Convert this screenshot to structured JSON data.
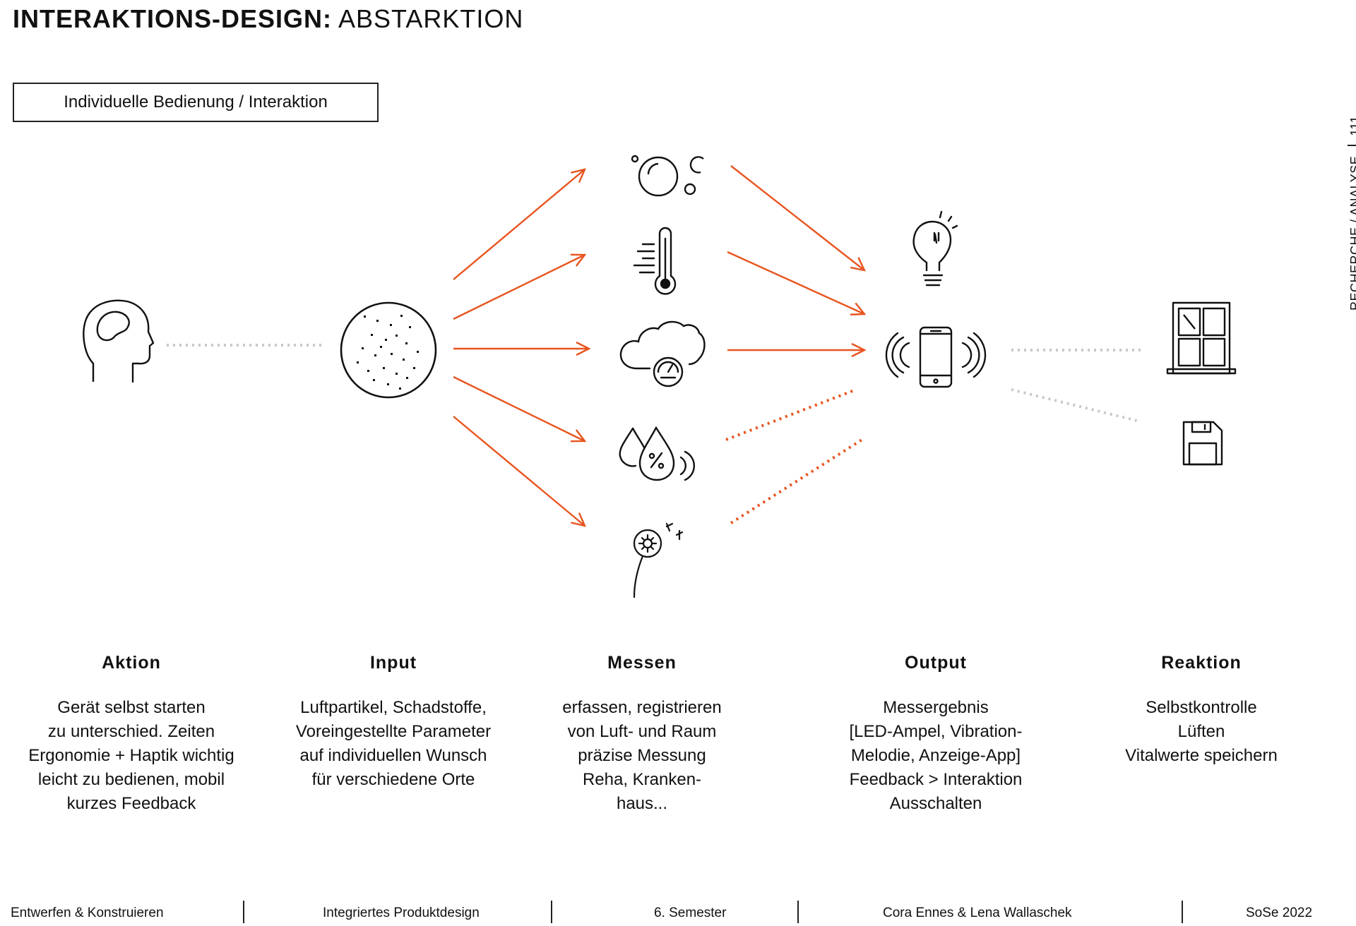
{
  "header": {
    "title_bold": "INTERAKTIONS-DESIGN:",
    "title_light": "ABSTARKTION"
  },
  "scope_box": {
    "label": "Individuelle Bedienung / Interaktion"
  },
  "accent_color": "#e8541e",
  "dotted_color": "#c8c8c8",
  "icons": {
    "aktion": "head-brain-icon",
    "input": "particle-circle-icon",
    "messen": [
      "bubbles-icon",
      "thermometer-icon",
      "cloud-gauge-icon",
      "humidity-drops-icon",
      "dandelion-icon"
    ],
    "output": [
      "light-bulb-icon",
      "vibrating-phone-icon"
    ],
    "reaktion": [
      "window-icon",
      "floppy-disk-icon"
    ]
  },
  "columns": [
    {
      "heading": "Aktion",
      "lines": [
        "Gerät selbst starten",
        "zu unterschied. Zeiten",
        "Ergonomie + Haptik wichtig",
        "leicht zu bedienen, mobil",
        "kurzes Feedback"
      ]
    },
    {
      "heading": "Input",
      "lines": [
        "Luftpartikel, Schadstoffe,",
        "Voreingestellte Parameter",
        "auf individuellen Wunsch",
        "für verschiedene Orte"
      ]
    },
    {
      "heading": "Messen",
      "lines": [
        "erfassen, registrieren",
        "von Luft- und Raum",
        "präzise Messung",
        "Reha, Kranken-",
        "haus..."
      ]
    },
    {
      "heading": "Output",
      "lines": [
        "Messergebnis",
        "[LED-Ampel, Vibration-",
        "Melodie, Anzeige-App]",
        "Feedback > Interaktion",
        "Ausschalten"
      ]
    },
    {
      "heading": "Reaktion",
      "lines": [
        "Selbstkontrolle",
        "Lüften",
        "Vitalwerte speichern"
      ]
    }
  ],
  "sidebar": {
    "section": "RECHERCHE / ANALYSE",
    "page_number": "111"
  },
  "footer": {
    "course": "Entwerfen & Konstruieren",
    "program": "Integriertes Produktdesign",
    "semester": "6. Semester",
    "authors": "Cora Ennes  & Lena Wallaschek",
    "term": "SoSe 2022"
  }
}
